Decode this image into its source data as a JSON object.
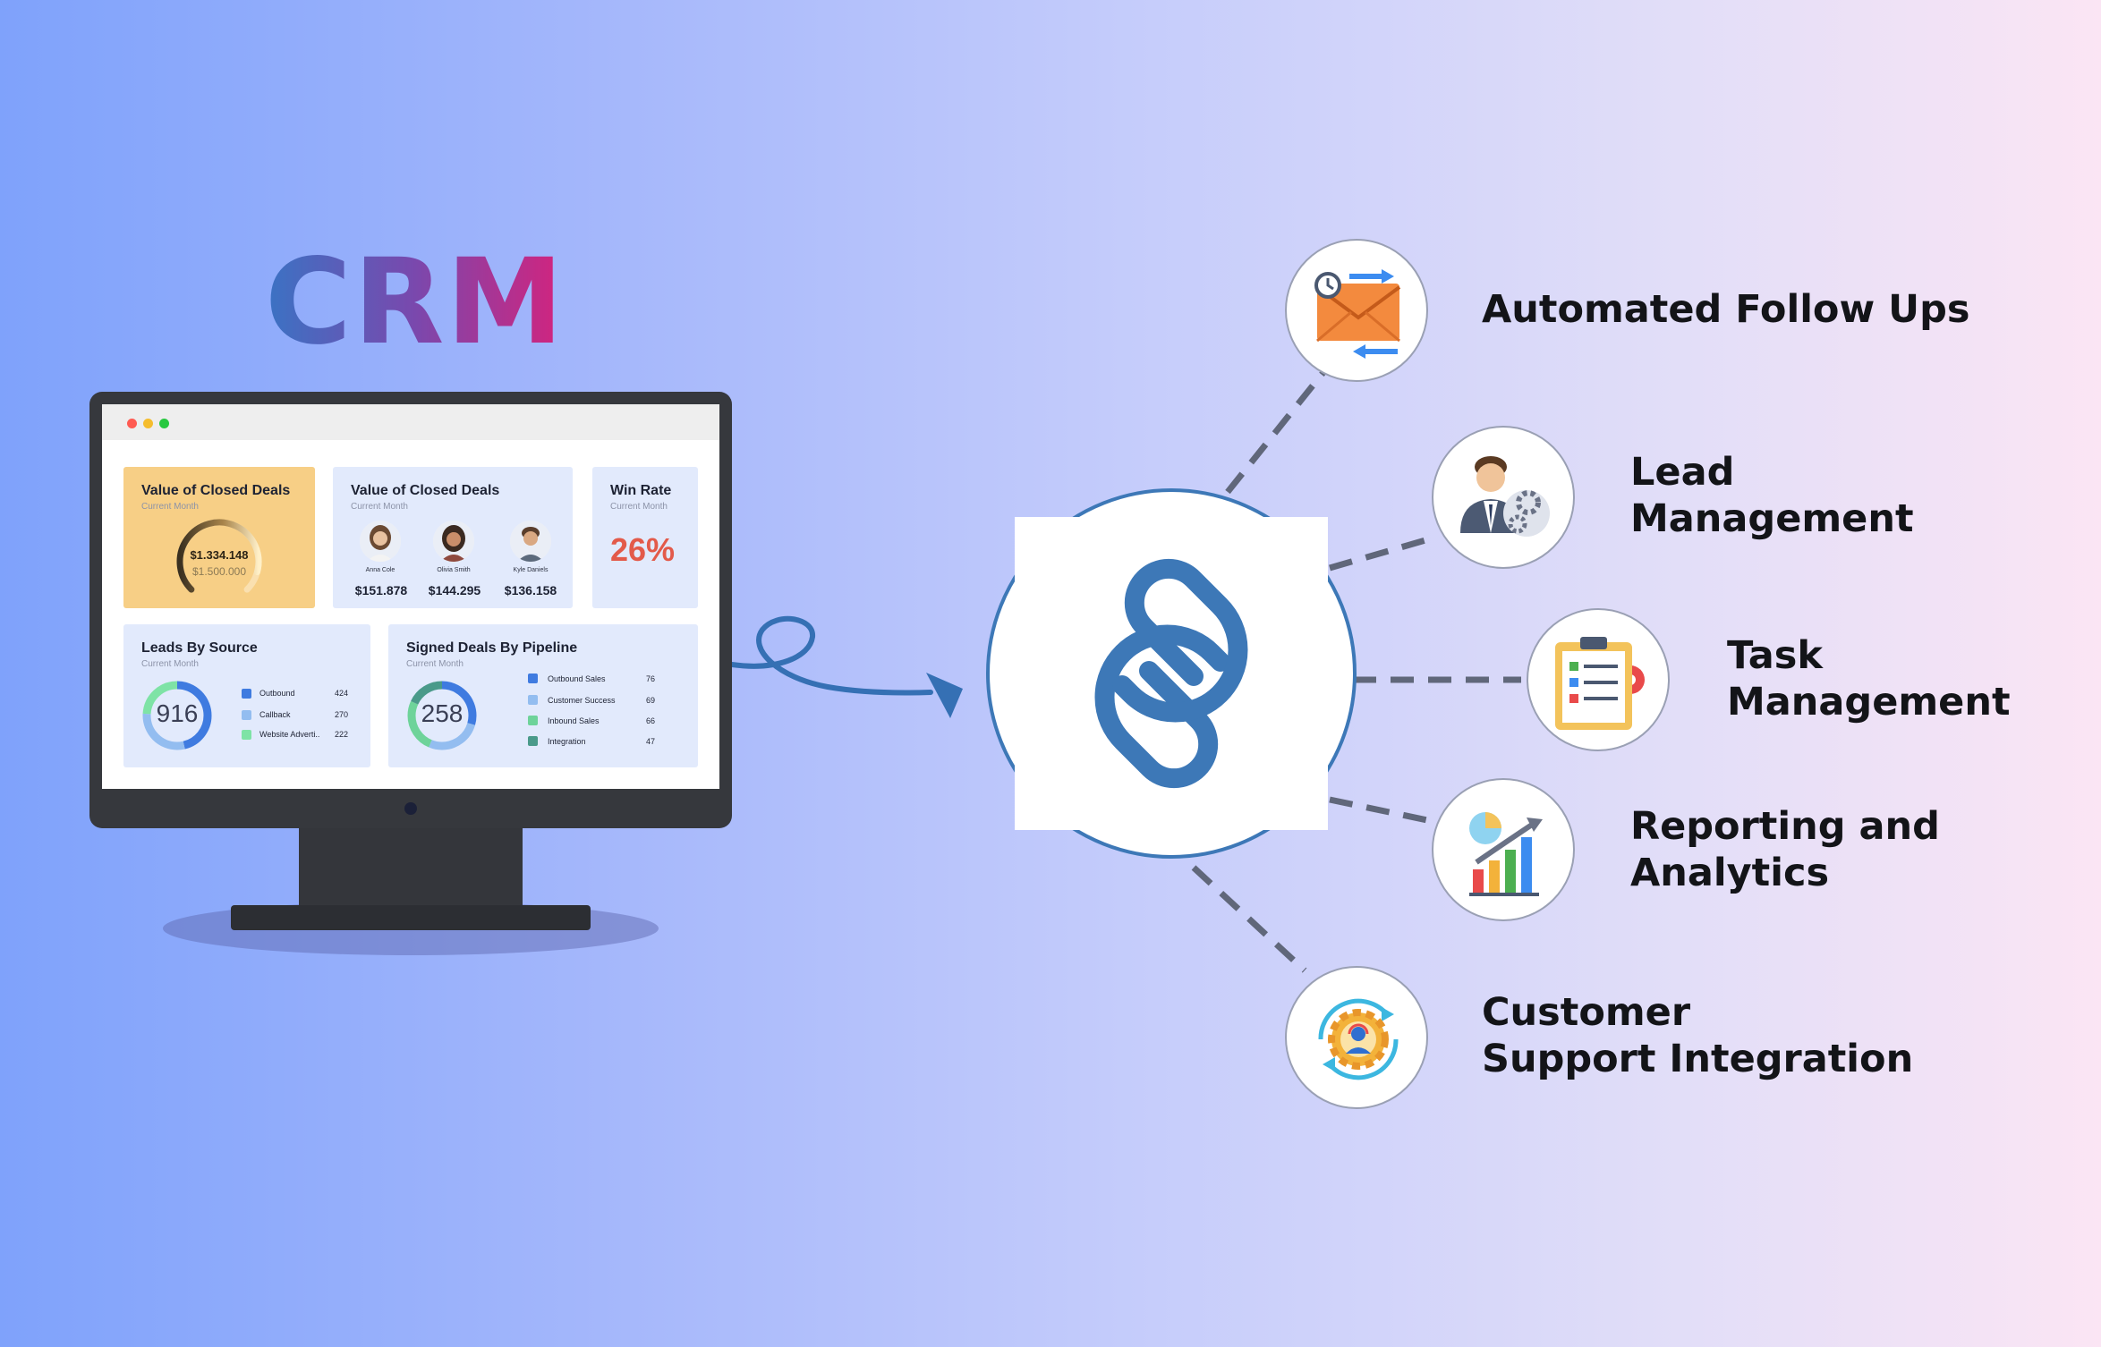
{
  "title": "CRM",
  "dashboard": {
    "closed_deals_gauge": {
      "title": "Value of Closed Deals",
      "subtitle": "Current Month",
      "value": "$1.334.148",
      "max": "$1.500.000",
      "fill_fraction": 0.89
    },
    "closed_deals_people": {
      "title": "Value of Closed Deals",
      "subtitle": "Current Month",
      "people": [
        {
          "name": "Anna Cole",
          "amount": "$151.878"
        },
        {
          "name": "Olivia Smith",
          "amount": "$144.295"
        },
        {
          "name": "Kyle Daniels",
          "amount": "$136.158"
        }
      ]
    },
    "win_rate": {
      "title": "Win Rate",
      "subtitle": "Current Month",
      "value": "26%"
    },
    "leads_by_source": {
      "title": "Leads By Source",
      "subtitle": "Current Month",
      "total": "916",
      "items": [
        {
          "label": "Outbound",
          "value": "424",
          "color": "#3f7be0"
        },
        {
          "label": "Callback",
          "value": "270",
          "color": "#93bdf0"
        },
        {
          "label": "Website Adverti..",
          "value": "222",
          "color": "#7ee3a6"
        }
      ]
    },
    "signed_deals": {
      "title": "Signed Deals By Pipeline",
      "subtitle": "Current Month",
      "total": "258",
      "items": [
        {
          "label": "Outbound Sales",
          "value": "76",
          "color": "#3f7be0"
        },
        {
          "label": "Customer Success",
          "value": "69",
          "color": "#93bdf0"
        },
        {
          "label": "Inbound Sales",
          "value": "66",
          "color": "#6ed39a"
        },
        {
          "label": "Integration",
          "value": "47",
          "color": "#4a9a8a"
        }
      ]
    }
  },
  "hub": {
    "icon": "zoho-crm-logo",
    "color": "#3d78b7"
  },
  "features": [
    {
      "icon": "email-sync-icon",
      "lines": [
        "Automated Follow Ups"
      ]
    },
    {
      "icon": "manager-gear-icon",
      "lines": [
        "Lead",
        "Management"
      ]
    },
    {
      "icon": "clipboard-checklist-icon",
      "lines": [
        "Task",
        "Management"
      ]
    },
    {
      "icon": "chart-growth-icon",
      "lines": [
        "Reporting and",
        "Analytics"
      ]
    },
    {
      "icon": "support-gear-icon",
      "lines": [
        "Customer",
        "Support Integration"
      ]
    }
  ],
  "colors": {
    "accent": "#3d78b7",
    "title_gradient": [
      "#3a73c4",
      "#7a48ad",
      "#d4237d"
    ],
    "win_rate": "#e35a4a"
  }
}
